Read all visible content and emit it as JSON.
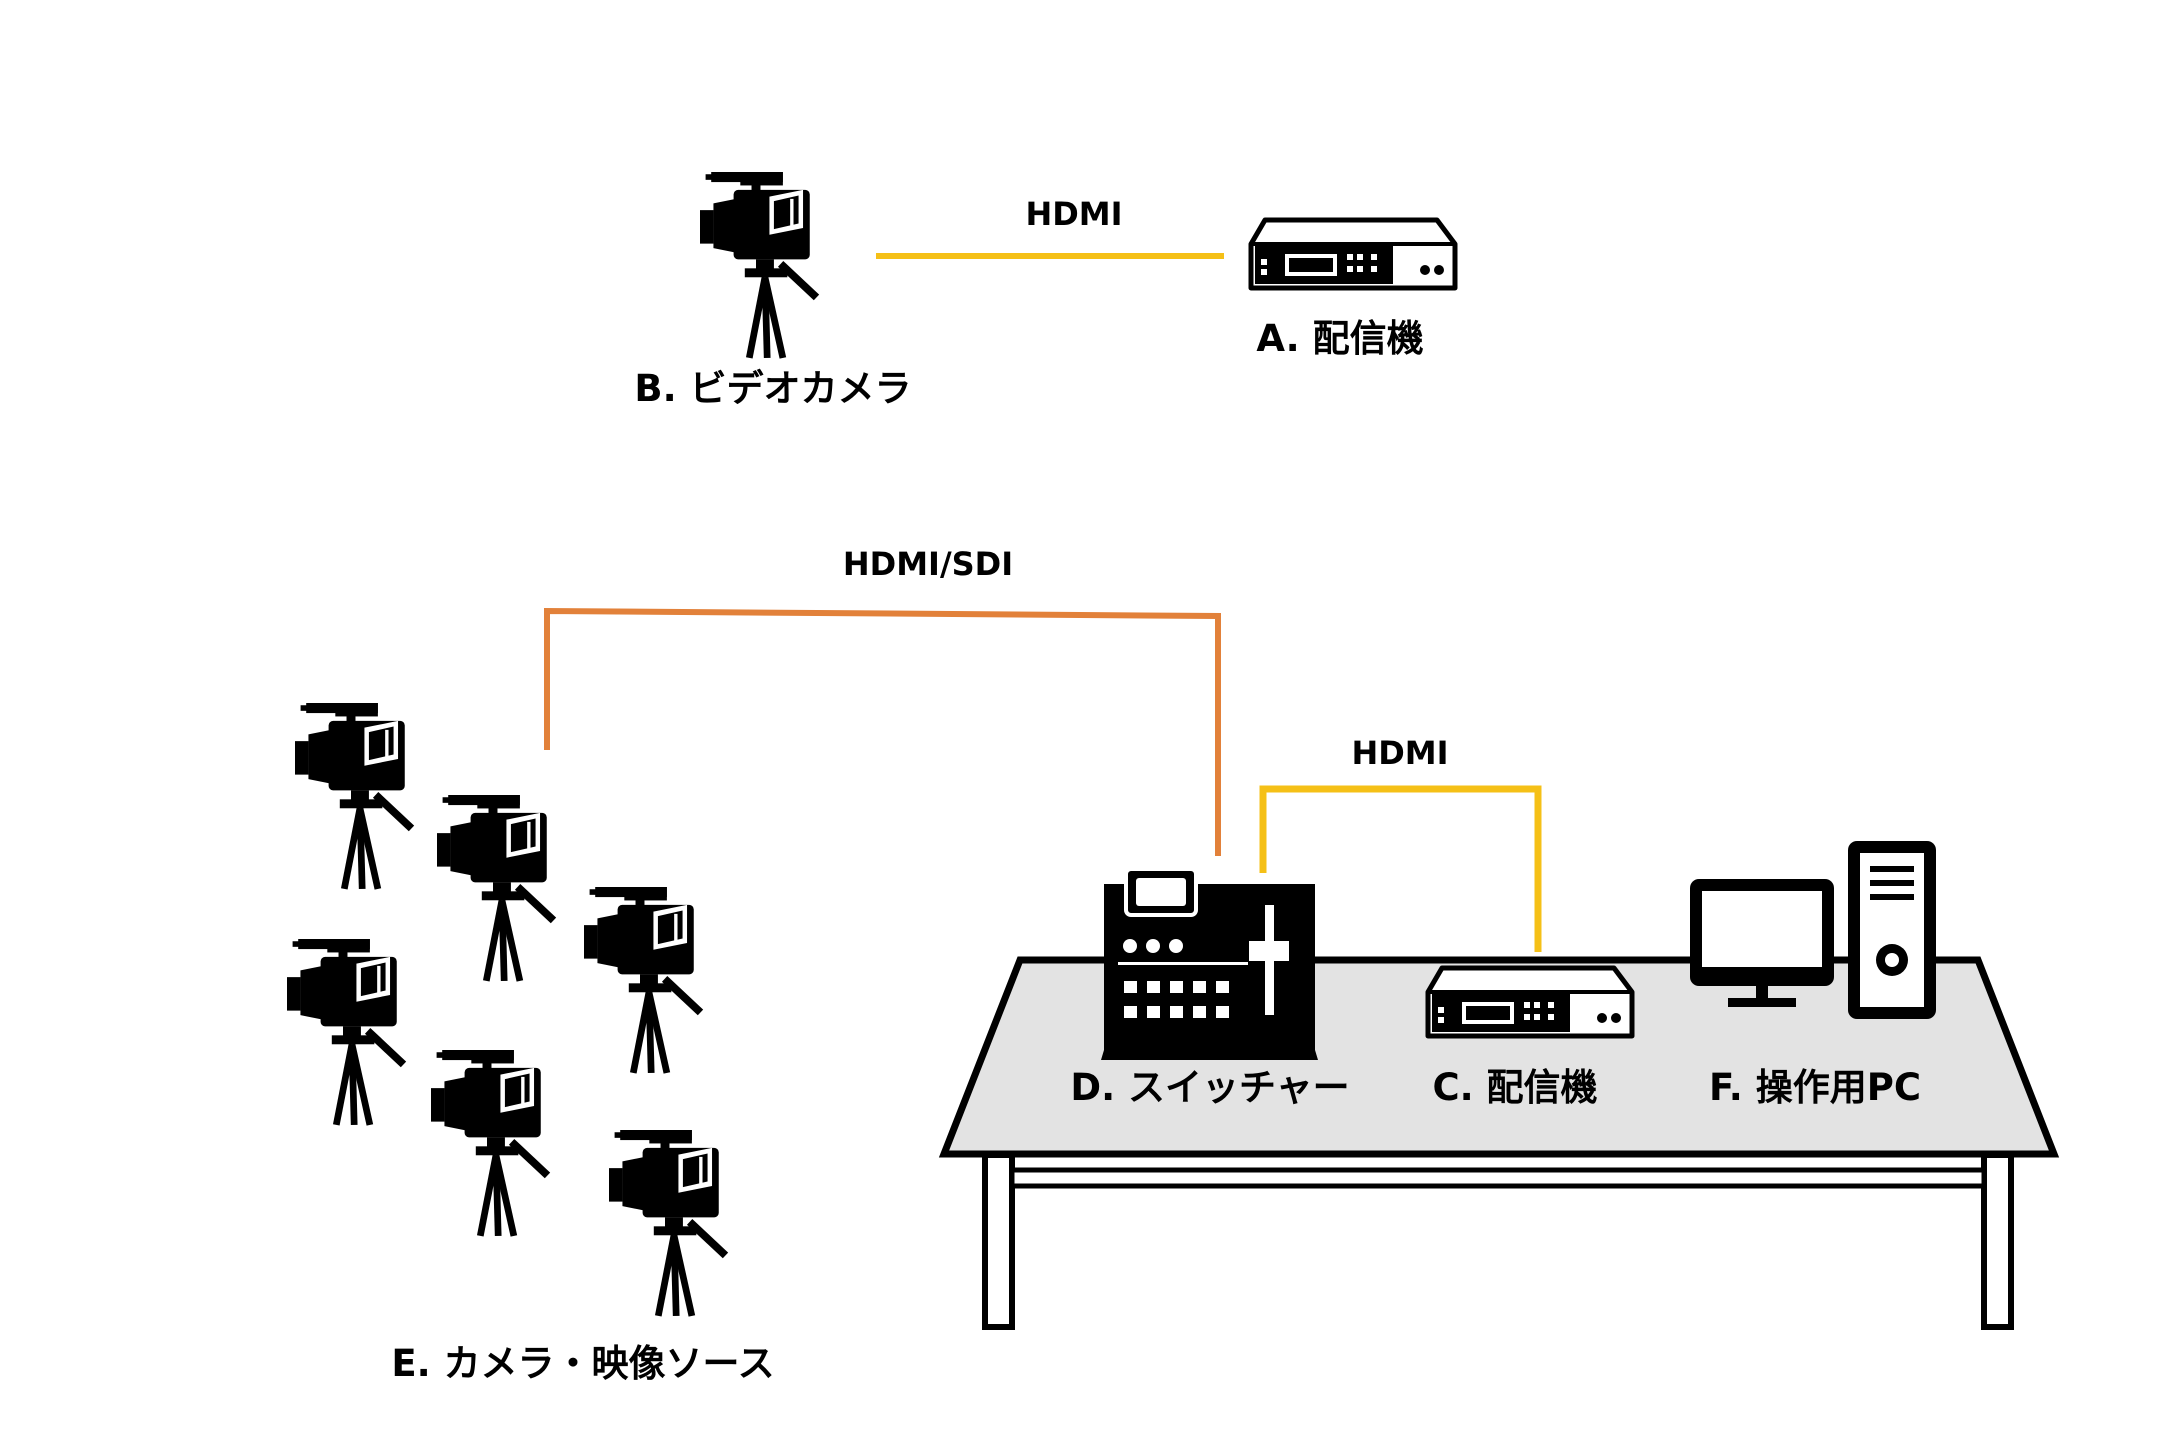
{
  "colors": {
    "hdmi": "#f5c017",
    "sdi": "#e2813a",
    "table_top": "#e3e3e3",
    "outline": "#000000"
  },
  "top_system": {
    "camera_label": "B. ビデオカメラ",
    "encoder_label": "A. 配信機",
    "cable_label": "HDMI"
  },
  "bottom_system": {
    "cameras_label": "E. カメラ・映像ソース",
    "sdi_cable_label": "HDMI/SDI",
    "hdmi_cable_label": "HDMI",
    "switcher_label": "D. スイッチャー",
    "encoder_label": "C. 配信機",
    "pc_label": "F. 操作用PC"
  },
  "icons": {
    "camera": "video-camera-tripod-icon",
    "encoder": "streaming-encoder-icon",
    "switcher": "video-switcher-icon",
    "pc": "desktop-pc-icon",
    "table": "desk-icon"
  }
}
